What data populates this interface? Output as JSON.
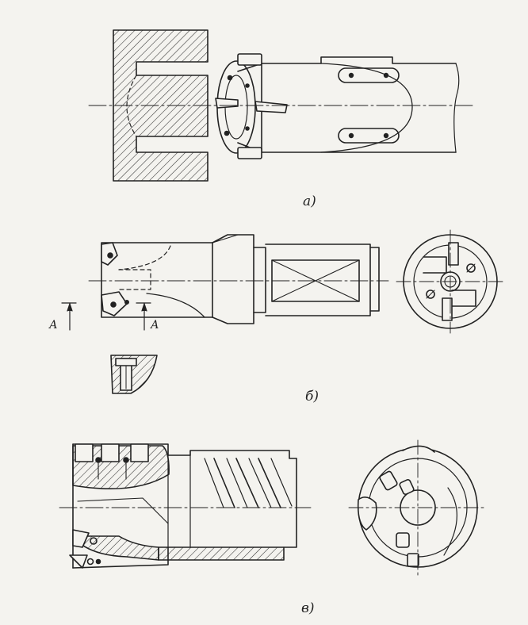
{
  "figure": {
    "panels": [
      {
        "id": "a",
        "label": "а)"
      },
      {
        "id": "b",
        "label": "б)",
        "section_marker": "А"
      },
      {
        "id": "c",
        "label": "в)"
      }
    ]
  },
  "colors": {
    "ink": "#222222",
    "background": "#f4f3ef"
  }
}
